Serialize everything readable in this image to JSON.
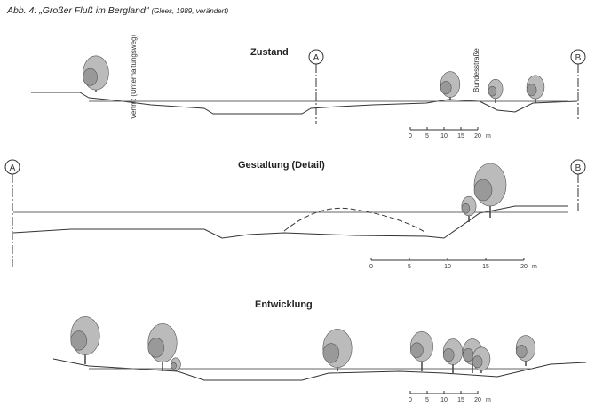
{
  "caption": {
    "main": "Abb. 4: „Großer Fluß im Bergland\"",
    "source": "(Glees, 1989, verändert)"
  },
  "sections": [
    {
      "title": "Zustand",
      "labels": [
        "Vertritt (Unterhaltungsweg)",
        "Bundesstraße"
      ]
    },
    {
      "title": "Gestaltung (Detail)"
    },
    {
      "title": "Entwicklung"
    }
  ],
  "markers": {
    "a": "A",
    "b": "B"
  },
  "scale": {
    "ticks": [
      "0",
      "5",
      "10",
      "15",
      "20"
    ],
    "unit": "m"
  }
}
